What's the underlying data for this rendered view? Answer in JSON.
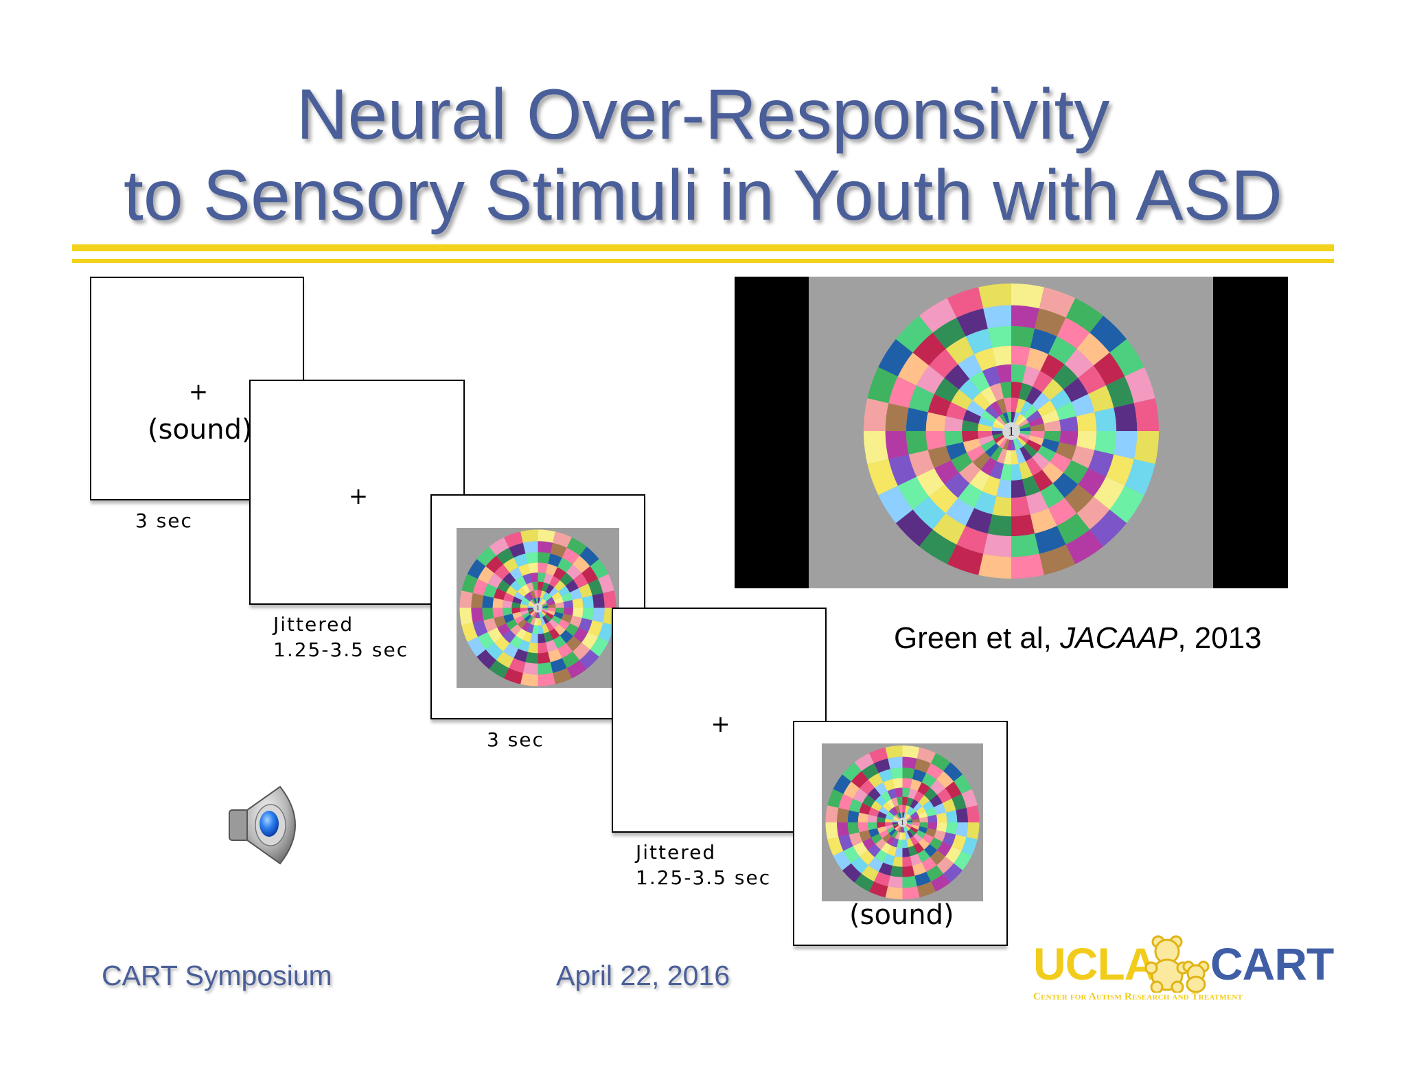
{
  "slide": {
    "title_line1": "Neural Over-Responsivity",
    "title_line2": "to Sensory Stimuli in Youth with ASD",
    "accent_color": "#4a5f99",
    "rule_color": "#f2d21a"
  },
  "trial": {
    "frame1": {
      "fixation": "+",
      "sound": "(sound)",
      "caption": "3 sec"
    },
    "frame2": {
      "fixation": "+",
      "caption_line1": "Jittered",
      "caption_line2": "1.25-3.5 sec"
    },
    "frame3": {
      "caption": "3 sec"
    },
    "frame4": {
      "fixation": "+",
      "caption_line1": "Jittered",
      "caption_line2": "1.25-3.5 sec"
    },
    "frame5": {
      "sound": "(sound)"
    }
  },
  "stimulus": {
    "center_label": "1"
  },
  "citation": {
    "prefix": "Green et al, ",
    "journal": "JACAAP",
    "suffix": ", 2013"
  },
  "footer": {
    "event": "CART Symposium",
    "date": "April 22, 2016"
  },
  "logo": {
    "left": "UCLA",
    "right": "CART",
    "tagline": "Center for Autism Research and Treatment"
  },
  "icons": {
    "audio": "speaker-icon"
  }
}
